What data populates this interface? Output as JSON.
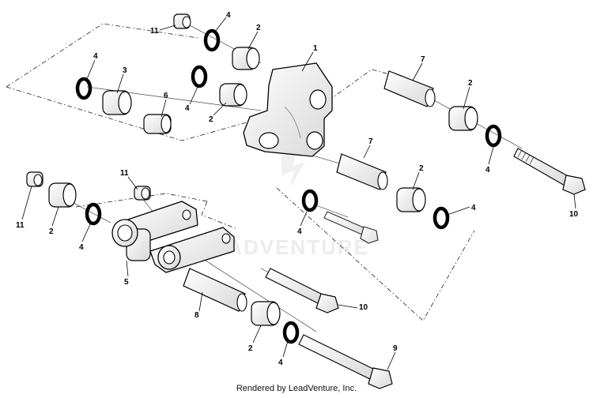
{
  "diagram": {
    "callouts": [
      {
        "id": "c11a",
        "label": "11"
      },
      {
        "id": "c4a",
        "label": "4"
      },
      {
        "id": "c2a",
        "label": "2"
      },
      {
        "id": "c1",
        "label": "1"
      },
      {
        "id": "c4b",
        "label": "4"
      },
      {
        "id": "c3",
        "label": "3"
      },
      {
        "id": "c4c",
        "label": "4"
      },
      {
        "id": "c6",
        "label": "6"
      },
      {
        "id": "c2b",
        "label": "2"
      },
      {
        "id": "c7a",
        "label": "7"
      },
      {
        "id": "c2c",
        "label": "2"
      },
      {
        "id": "c4d",
        "label": "4"
      },
      {
        "id": "c10a",
        "label": "10"
      },
      {
        "id": "c7b",
        "label": "7"
      },
      {
        "id": "c2d",
        "label": "2"
      },
      {
        "id": "c4e",
        "label": "4"
      },
      {
        "id": "c4f",
        "label": "4"
      },
      {
        "id": "c11b",
        "label": "11"
      },
      {
        "id": "c11c",
        "label": "11"
      },
      {
        "id": "c2e",
        "label": "2"
      },
      {
        "id": "c4g",
        "label": "4"
      },
      {
        "id": "c5",
        "label": "5"
      },
      {
        "id": "c8",
        "label": "8"
      },
      {
        "id": "c10b",
        "label": "10"
      },
      {
        "id": "c2f",
        "label": "2"
      },
      {
        "id": "c4h",
        "label": "4"
      },
      {
        "id": "c9",
        "label": "9"
      }
    ],
    "watermark": "LEADVENTURE"
  },
  "footer": {
    "text": "Rendered by LeadVenture, Inc."
  }
}
